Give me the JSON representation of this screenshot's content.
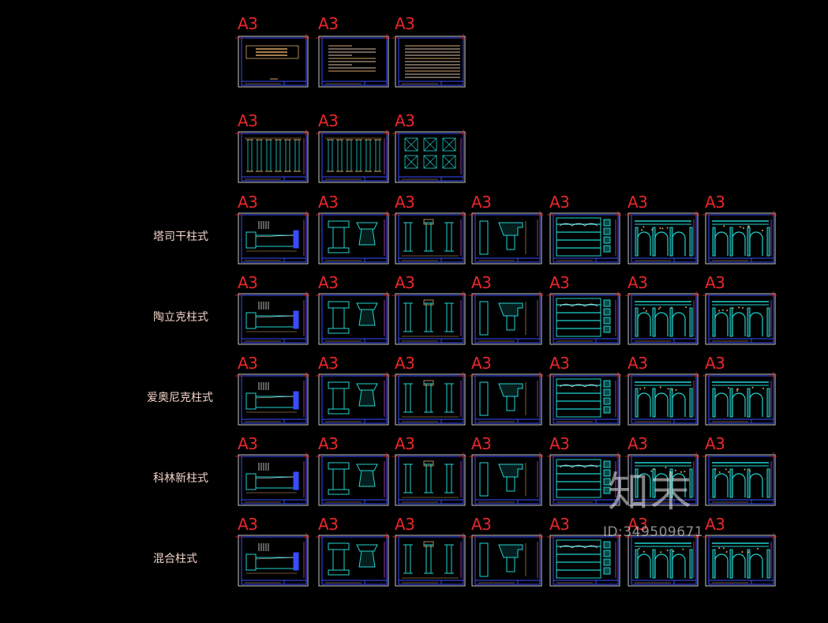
{
  "sheet_label": "A3",
  "rows": [
    {
      "label": "",
      "sheets": [
        "title",
        "notes",
        "index"
      ]
    },
    {
      "label": "",
      "sheets": [
        "overview",
        "overview",
        "details"
      ]
    },
    {
      "label": "塔司干柱式",
      "sheets": [
        "pedestal",
        "capital",
        "column",
        "detail",
        "elevation",
        "arcade",
        "arcade"
      ]
    },
    {
      "label": "陶立克柱式",
      "sheets": [
        "pedestal",
        "capital",
        "column",
        "detail",
        "elevation",
        "arcade",
        "arcade"
      ]
    },
    {
      "label": "爱奥尼克柱式",
      "sheets": [
        "pedestal",
        "capital",
        "column",
        "detail",
        "elevation",
        "arcade",
        "arcade"
      ]
    },
    {
      "label": "科林新柱式",
      "sheets": [
        "pedestal",
        "capital",
        "column",
        "detail",
        "elevation",
        "arcade",
        "arcade"
      ]
    },
    {
      "label": "混合柱式",
      "sheets": [
        "pedestal",
        "capital",
        "column",
        "detail",
        "elevation",
        "arcade",
        "arcade"
      ]
    }
  ],
  "watermark": {
    "text": "知末",
    "id": "ID:349509671"
  },
  "colors": {
    "background": "#000000",
    "label_red": "#e8262b",
    "frame_white": "#c8c8c8",
    "frame_blue": "#3a4cff",
    "cad_cyan": "#1fd3d0",
    "cad_gold": "#d8a56a",
    "cad_magenta": "#e24ad8",
    "row_label": "#f2d3c8"
  }
}
